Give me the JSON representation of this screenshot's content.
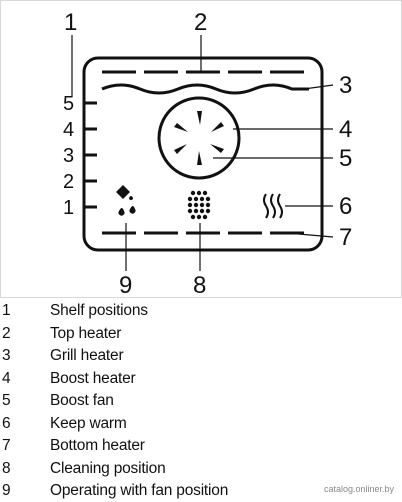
{
  "diagram": {
    "callouts": [
      "1",
      "2",
      "3",
      "4",
      "5",
      "6",
      "7",
      "8",
      "9"
    ],
    "shelf_numbers": [
      "5",
      "4",
      "3",
      "2",
      "1"
    ]
  },
  "legend": [
    {
      "num": "1",
      "text": "Shelf positions"
    },
    {
      "num": "2",
      "text": "Top heater"
    },
    {
      "num": "3",
      "text": "Grill heater"
    },
    {
      "num": "4",
      "text": "Boost heater"
    },
    {
      "num": "5",
      "text": "Boost fan"
    },
    {
      "num": "6",
      "text": "Keep warm"
    },
    {
      "num": "7",
      "text": "Bottom heater"
    },
    {
      "num": "8",
      "text": "Cleaning position"
    },
    {
      "num": "9",
      "text": "Operating with fan position"
    }
  ],
  "watermark": "catalog.onliner.by",
  "colors": {
    "line": "#111111",
    "text": "#111111",
    "frame": "#d8d8d8"
  }
}
